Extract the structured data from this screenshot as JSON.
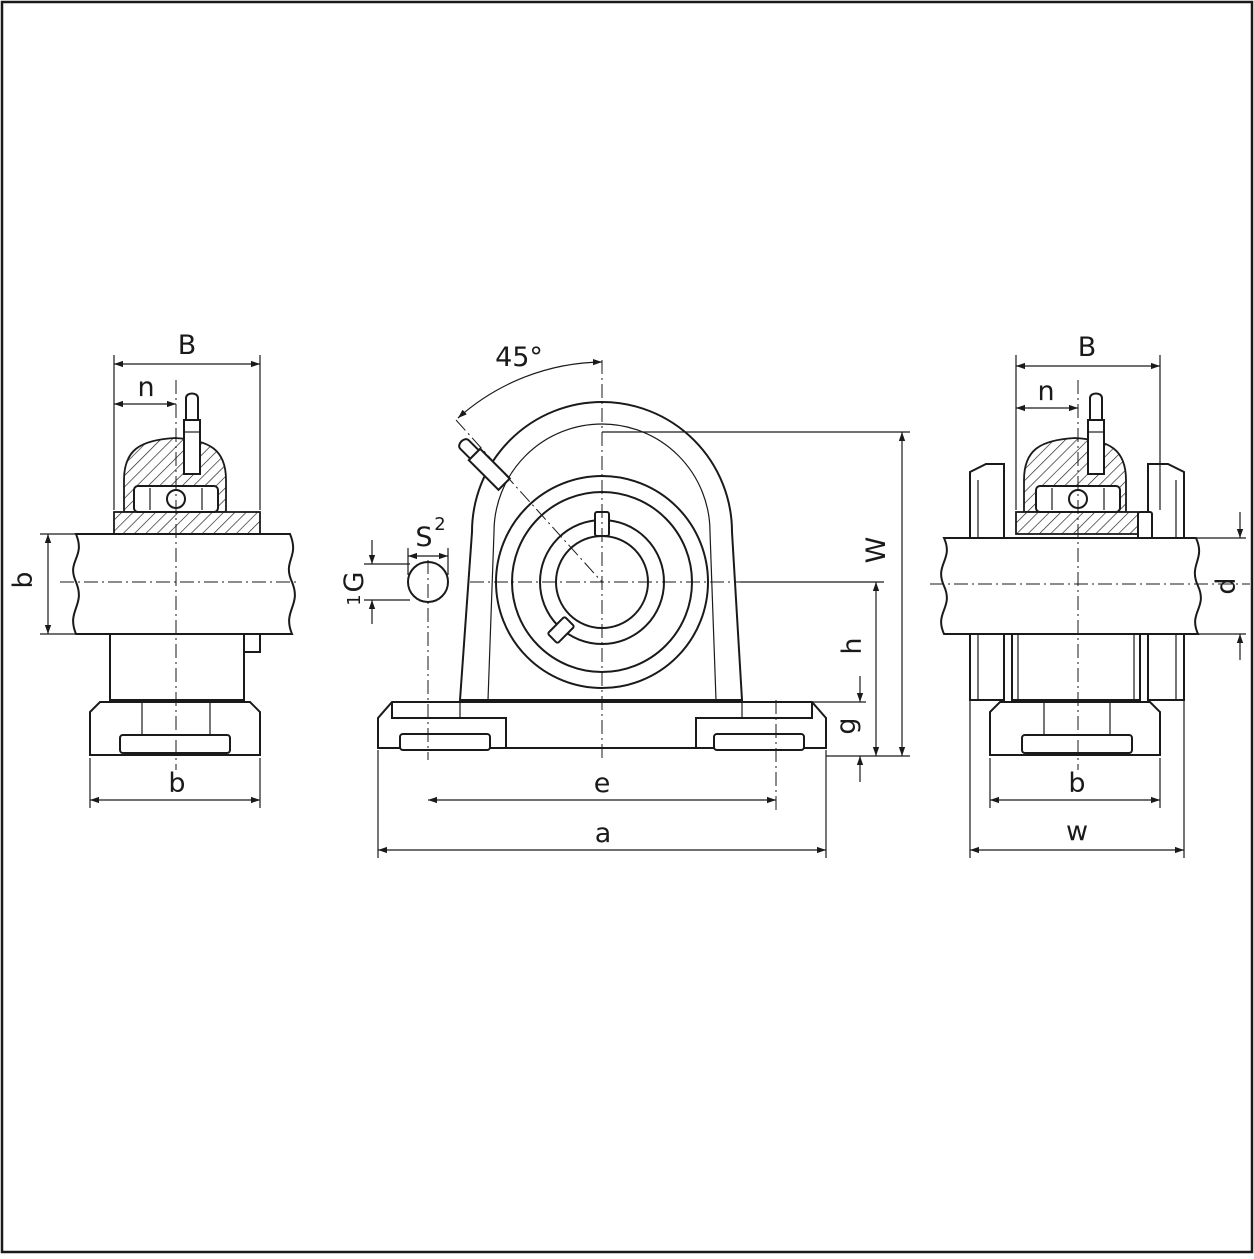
{
  "drawing": {
    "labels": {
      "B_left": "B",
      "n_left": "n",
      "b_left_vertical": "b",
      "b_left_bottom": "b",
      "angle": "45°",
      "S": "S",
      "S_sup": "2",
      "G": "G",
      "G_pre": "1",
      "W": "W",
      "h": "h",
      "g": "g",
      "e": "e",
      "a": "a",
      "B_right": "B",
      "n_right": "n",
      "d": "d",
      "b_right": "b",
      "w": "w"
    }
  }
}
